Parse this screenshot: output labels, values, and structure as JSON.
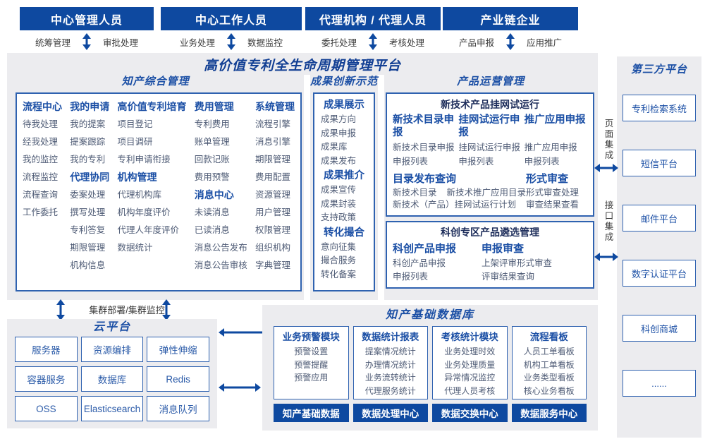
{
  "colors": {
    "primary_blue": "#0e49a0",
    "header_blue": "#1b4fa5",
    "item_text": "#4e5b75",
    "panel_gray": "#ececef",
    "box_border": "#2f62b0"
  },
  "top_groups": [
    {
      "title": "中心管理人员",
      "left": "统筹管理",
      "right": "审批处理"
    },
    {
      "title": "中心工作人员",
      "left": "业务处理",
      "right": "数据监控"
    },
    {
      "title": "代理机构 / 代理人员",
      "left": "委托处理",
      "right": "考核处理"
    },
    {
      "title": "产业链企业",
      "left": "产品申报",
      "right": "应用推广"
    }
  ],
  "platform_title": "高价值专利全生命周期管理平台",
  "sections": {
    "zhichan": {
      "title": "知产综合管理",
      "columns": [
        [
          {
            "h": 1,
            "t": "流程中心"
          },
          {
            "t": "待我处理"
          },
          {
            "t": "经我处理"
          },
          {
            "t": "我的监控"
          },
          {
            "t": "流程监控"
          },
          {
            "t": "流程查询"
          },
          {
            "t": "工作委托"
          }
        ],
        [
          {
            "h": 1,
            "t": "我的申请"
          },
          {
            "t": "我的提案"
          },
          {
            "t": "提案跟踪"
          },
          {
            "t": "我的专利"
          },
          {
            "h": 1,
            "t": "代理协同"
          },
          {
            "t": "委案处理"
          },
          {
            "t": "撰写处理"
          },
          {
            "t": "专利答复"
          },
          {
            "t": "期限管理"
          },
          {
            "t": "机构信息"
          }
        ],
        [
          {
            "h": 1,
            "t": "高价值专利培育"
          },
          {
            "t": "项目登记"
          },
          {
            "t": "项目调研"
          },
          {
            "t": "专利申请衔接"
          },
          {
            "h": 1,
            "t": "机构管理"
          },
          {
            "t": "代理机构库"
          },
          {
            "t": "机构年度评价"
          },
          {
            "t": "代理人年度评价"
          },
          {
            "t": "数据统计"
          }
        ],
        [
          {
            "h": 1,
            "t": "费用管理"
          },
          {
            "t": "专利费用"
          },
          {
            "t": "账单管理"
          },
          {
            "t": "回款记账"
          },
          {
            "t": "费用预警"
          },
          {
            "h": 1,
            "t": "消息中心"
          },
          {
            "t": "未读消息"
          },
          {
            "t": "已读消息"
          },
          {
            "t": "消息公告发布"
          },
          {
            "t": "消息公告审核"
          }
        ],
        [
          {
            "h": 1,
            "t": "系统管理"
          },
          {
            "t": "流程引擎"
          },
          {
            "t": "消息引擎"
          },
          {
            "t": "期限管理"
          },
          {
            "t": "费用配置"
          },
          {
            "t": "资源管理"
          },
          {
            "t": "用户管理"
          },
          {
            "t": "权限管理"
          },
          {
            "t": "组织机构"
          },
          {
            "t": "字典管理"
          }
        ]
      ]
    },
    "chengguo": {
      "title": "成果创新示范",
      "groups": [
        {
          "header": "成果展示",
          "items": [
            "成果方向",
            "成果申报",
            "成果库",
            "成果发布"
          ]
        },
        {
          "header": "成果推介",
          "items": [
            "成果宣传",
            "成果封装",
            "支持政策"
          ]
        },
        {
          "header": "转化撮合",
          "items": [
            "意向征集",
            "撮合服务",
            "转化备案"
          ]
        }
      ]
    },
    "chanpin": {
      "title": "产品运营管理",
      "box1": {
        "title": "新技术产品挂网试运行",
        "columns": [
          {
            "header": "新技术目录申报",
            "items": [
              "新技术目录申报",
              "申报列表"
            ]
          },
          {
            "header": "挂网试运行申报",
            "items": [
              "挂网试运行申报",
              "申报列表"
            ]
          },
          {
            "header": "推广应用申报",
            "items": [
              "推广应用申报",
              "申报列表"
            ]
          }
        ],
        "lower_left": {
          "header": "目录发布查询",
          "row1": [
            "新技术目录",
            "新技术推广应用目录"
          ],
          "row2": "新技术（产品）挂网试运行计划"
        },
        "lower_right": {
          "header": "形式审查",
          "items": [
            "形式审查处理",
            "审查结果查看"
          ]
        }
      },
      "box2": {
        "title": "科创专区产品遴选管理",
        "columns": [
          {
            "header": "科创产品申报",
            "items": [
              "科创产品申报",
              "申报列表"
            ]
          },
          {
            "header": "申报审查",
            "items": [
              "上架评审形式审查",
              "评审结果查询"
            ]
          }
        ]
      }
    }
  },
  "cluster_label": "集群部署/集群监控",
  "cloud": {
    "title": "云平台",
    "cells": [
      "服务器",
      "资源编排",
      "弹性伸缩",
      "容器服务",
      "数据库",
      "Redis",
      "OSS",
      "Elasticsearch",
      "消息队列"
    ]
  },
  "database": {
    "title": "知产基础数据库",
    "modules": [
      {
        "header": "业务预警模块",
        "items": [
          "预警设置",
          "预警提醒",
          "预警应用"
        ],
        "footer": "知产基础数据"
      },
      {
        "header": "数据统计报表",
        "items": [
          "提案情况统计",
          "办理情况统计",
          "业务流转统计",
          "代理服务统计"
        ],
        "footer": "数据处理中心"
      },
      {
        "header": "考核统计模块",
        "items": [
          "业务处理时效",
          "业务处理质量",
          "异常情况监控",
          "代理人员考核"
        ],
        "footer": "数据交换中心"
      },
      {
        "header": "流程看板",
        "items": [
          "人员工单看板",
          "机构工单看板",
          "业务类型看板",
          "核心业务看板"
        ],
        "footer": "数据服务中心"
      }
    ]
  },
  "third_party": {
    "title": "第三方平台",
    "boxes": [
      "专利检索系统",
      "短信平台",
      "邮件平台",
      "数字认证平台",
      "科创商城",
      "......"
    ]
  },
  "integration": {
    "page_label": "页面集成",
    "interface_label": "接口集成"
  }
}
